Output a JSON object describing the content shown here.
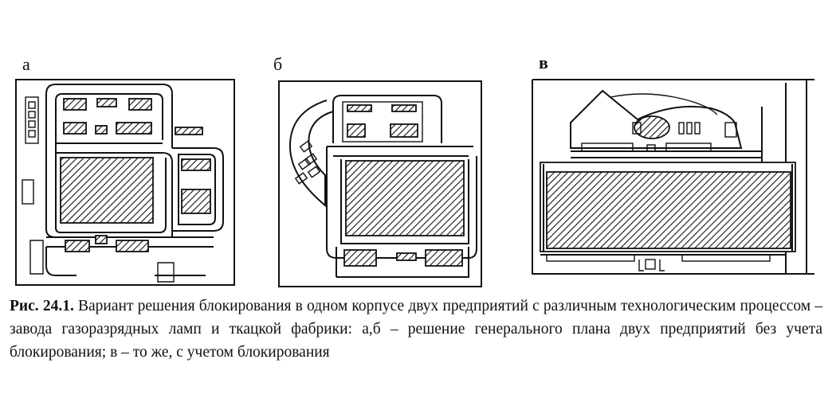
{
  "panels": [
    {
      "label": "а"
    },
    {
      "label": "б"
    },
    {
      "label": "в"
    }
  ],
  "caption": {
    "figure_ref": "Рис. 24.1.",
    "text": "Вариант решения блокирования в одном корпусе двух предприятий с различным технологическим процессом – завода газоразрядных ламп и ткацкой фабрики: а,б – решение генерального плана двух предприятий без учета блокирования; в – то же, с учетом блокирования"
  }
}
